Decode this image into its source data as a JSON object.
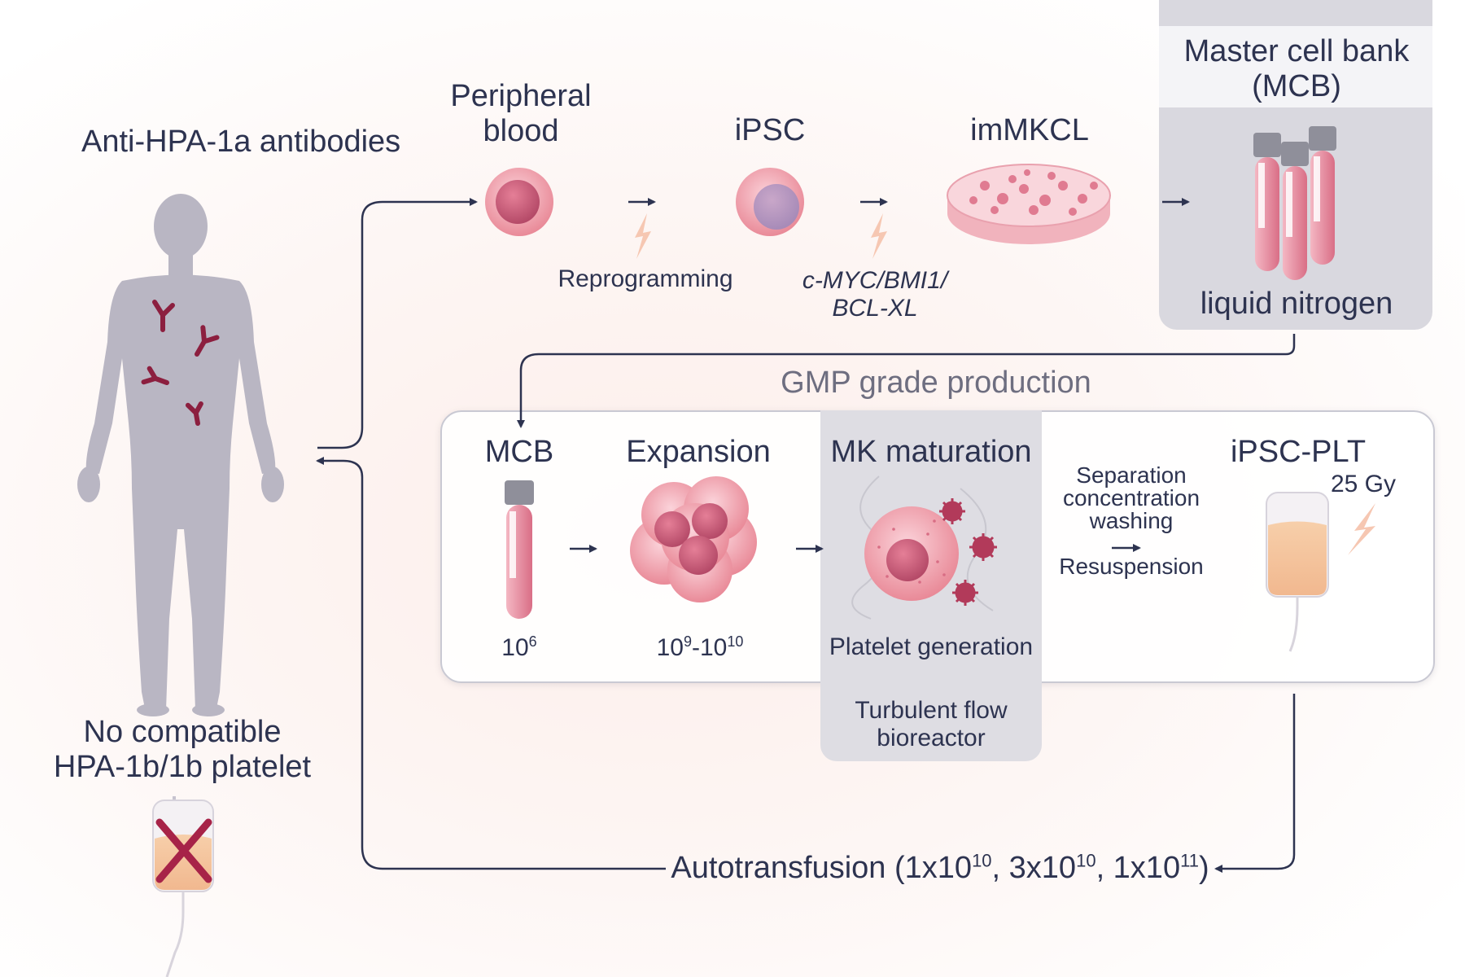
{
  "patient": {
    "antibody_label": "Anti-HPA-1a antibodies",
    "no_compatible_label": "No compatible HPA-1b/1b platelet"
  },
  "pipeline": {
    "peripheral_blood": "Peripheral blood",
    "ipsc": "iPSC",
    "immkcl": "imMKCL",
    "reprogramming": "Reprogramming",
    "genes": "c-MYC/BMI1/ BCL-XL",
    "mcb_title": "Master cell bank (MCB)",
    "liquid_nitrogen": "liquid nitrogen"
  },
  "gmp": {
    "title": "GMP grade production",
    "mcb": "MCB",
    "mcb_count_base": "10",
    "mcb_count_exp": "6",
    "expansion": "Expansion",
    "expansion_count_a": "10",
    "expansion_exp_a": "9",
    "expansion_count_b": "-10",
    "expansion_exp_b": "10",
    "mk_maturation": "MK maturation",
    "platelet_generation": "Platelet generation",
    "bioreactor": "Turbulent flow bioreactor",
    "separation": "Separation concentration washing",
    "resuspension": "Resuspension",
    "ipsc_plt": "iPSC-PLT",
    "dose": "25 Gy"
  },
  "autotransfusion": {
    "label": "Autotransfusion (1x10",
    "e1": "10",
    "mid1": ", 3x10",
    "e2": "10",
    "mid2": ", 1x10",
    "e3": "11",
    "end": ")"
  },
  "colors": {
    "navy": "#2d3350",
    "antibody": "#8c1f3f",
    "cell_pink": "#e98a98",
    "grey_panel": "#d9d8df",
    "bag_fill": "#f3c09e"
  }
}
